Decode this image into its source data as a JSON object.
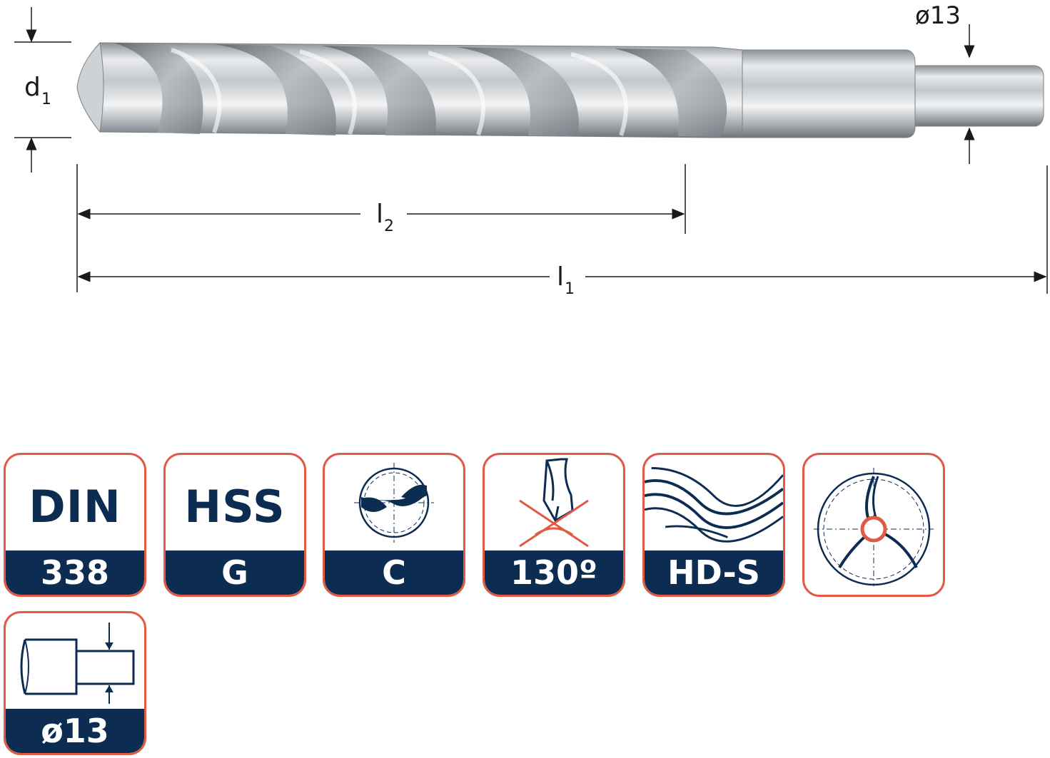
{
  "drawing": {
    "labels": {
      "d1_main": "d",
      "d1_sub": "1",
      "l2_main": "l",
      "l2_sub": "2",
      "l1_main": "l",
      "l1_sub": "1",
      "shank_diameter": "ø13"
    }
  },
  "badges": [
    {
      "id": "din",
      "top_text": "DIN",
      "bottom_text": "338",
      "icon": ""
    },
    {
      "id": "material",
      "top_text": "HSS",
      "bottom_text": "G",
      "icon": ""
    },
    {
      "id": "cut",
      "top_text": "",
      "bottom_text": "C",
      "icon": "split-point-icon"
    },
    {
      "id": "angle",
      "top_text": "",
      "bottom_text": "130º",
      "icon": "point-angle-icon"
    },
    {
      "id": "flute",
      "top_text": "",
      "bottom_text": "HD-S",
      "icon": "spiral-flute-icon"
    },
    {
      "id": "section",
      "top_text": "",
      "bottom_text": "",
      "icon": "cross-section-icon"
    },
    {
      "id": "shank",
      "top_text": "",
      "bottom_text": "ø13",
      "icon": "reduced-shank-icon"
    }
  ],
  "colors": {
    "navy": "#0d2c52",
    "accent": "#e05a44",
    "steel_light": "#e4e6e8",
    "steel_dark": "#6b7075"
  }
}
